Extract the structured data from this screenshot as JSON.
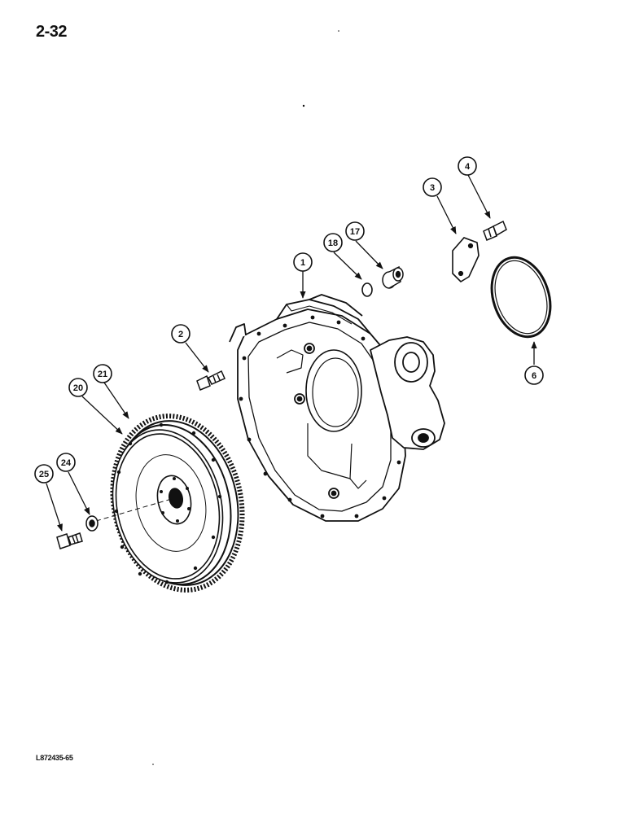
{
  "page": {
    "number": "2-32",
    "reference": "L872435-65"
  },
  "callouts": [
    {
      "label": "1"
    },
    {
      "label": "2"
    },
    {
      "label": "3"
    },
    {
      "label": "4"
    },
    {
      "label": "6"
    },
    {
      "label": "17"
    },
    {
      "label": "18"
    },
    {
      "label": "20"
    },
    {
      "label": "21"
    },
    {
      "label": "24"
    },
    {
      "label": "25"
    }
  ],
  "colors": {
    "line": "#111111",
    "background": "#ffffff"
  }
}
